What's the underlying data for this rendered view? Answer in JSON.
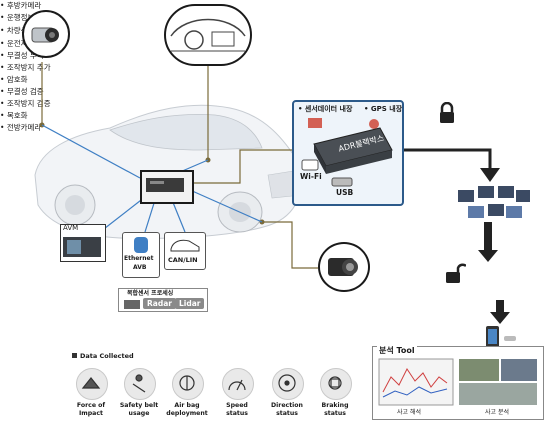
{
  "labels": {
    "rear_camera": "후방카메라",
    "front_camera": "전방카메라",
    "interior_info": [
      "운행정보",
      "차량상태",
      "운전자 조작 정보"
    ],
    "sensor_data": "센서데이터 내장",
    "gps": "GPS 내장",
    "adr": "ADR블랙박스",
    "wifi": "Wi-Fi",
    "usb": "USB",
    "security_top": [
      "무결성 부여",
      "조작방지 추가",
      "암호화"
    ],
    "security_bottom": [
      "무결성 검증",
      "조작방지 검증",
      "복호화"
    ],
    "avm": "AVM",
    "ethernet": [
      "Ethernet",
      "AVB"
    ],
    "can": "CAN/LIN",
    "fusion_title": "복합센서 프로세싱",
    "radar": "Radar",
    "lidar": "Lidar",
    "analysis_tool": "분석 Tool",
    "accident_analysis": "사고 해석",
    "accident_review": "사고 분석",
    "data_collected": "Data Collected"
  },
  "data_collected": [
    {
      "label": "Force of\nImpact",
      "icon": "impact-icon"
    },
    {
      "label": "Safety belt\nusage",
      "icon": "seatbelt-icon"
    },
    {
      "label": "Air bag\ndeployment",
      "icon": "airbag-icon"
    },
    {
      "label": "Speed\nstatus",
      "icon": "speedometer-icon"
    },
    {
      "label": "Direction\nstatus",
      "icon": "steering-wheel-icon"
    },
    {
      "label": "Braking\nstatus",
      "icon": "brake-icon"
    }
  ],
  "colors": {
    "blue_line": "#3f7fc4",
    "olive_line": "#7a6a3a",
    "device_border": "#2c5a8a",
    "device_fill": "#d6e4f0",
    "arrow": "#222222"
  }
}
